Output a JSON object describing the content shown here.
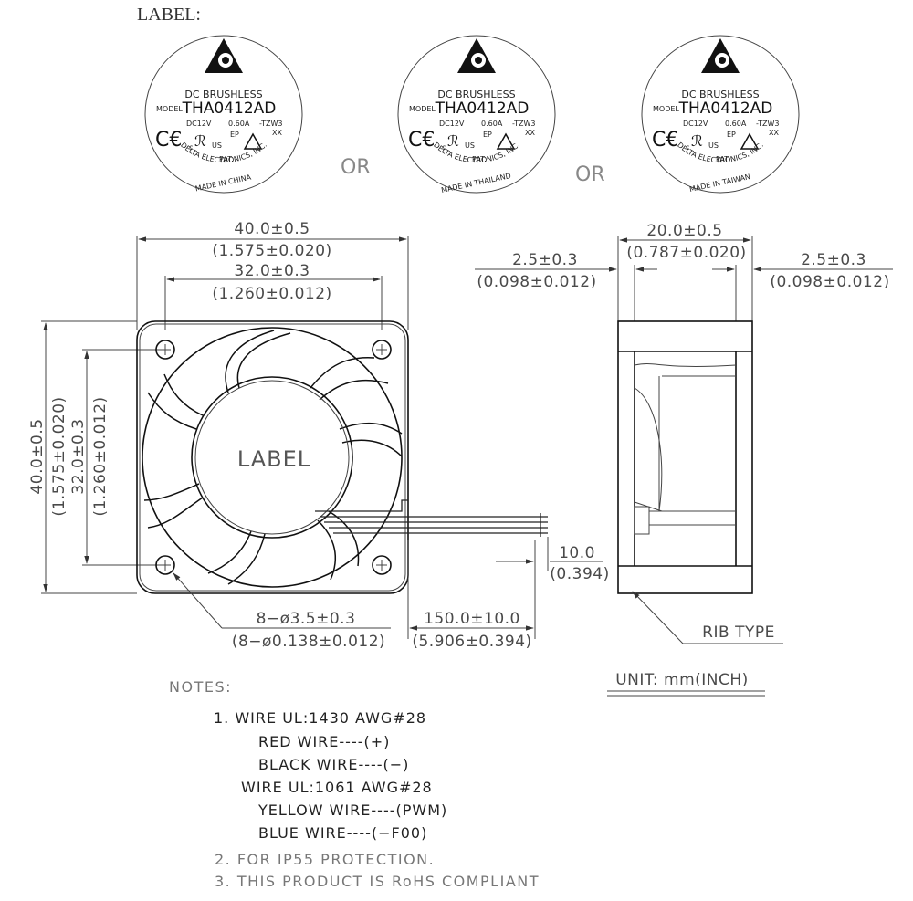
{
  "header": {
    "label_heading": "LABEL:"
  },
  "labels": [
    {
      "line1": "DC BRUSHLESS",
      "model_prefix": "MODEL",
      "model": "THA0412AD",
      "rating_v": "DC12V",
      "rating_a": "0.60A",
      "suffix": "-TZW3",
      "xx": "XX",
      "ep": "EP",
      "us": "US",
      "c": "c",
      "pat": "PAT.",
      "arc_top": "DELTA ELECTRONICS, INC.",
      "arc_bottom": "MADE IN CHINA"
    },
    {
      "line1": "DC BRUSHLESS",
      "model_prefix": "MODEL",
      "model": "THA0412AD",
      "rating_v": "DC12V",
      "rating_a": "0.60A",
      "suffix": "-TZW3",
      "xx": "XX",
      "ep": "EP",
      "us": "US",
      "c": "c",
      "pat": "PAT.",
      "arc_top": "DELTA ELECTRONICS, INC.",
      "arc_bottom": "MADE IN THAILAND"
    },
    {
      "line1": "DC BRUSHLESS",
      "model_prefix": "MODEL",
      "model": "THA0412AD",
      "rating_v": "DC12V",
      "rating_a": "0.60A",
      "suffix": "-TZW3",
      "xx": "XX",
      "ep": "EP",
      "us": "US",
      "c": "c",
      "pat": "PAT.",
      "arc_top": "DELTA ELECTRONICS, INC.",
      "arc_bottom": "MADE IN TAIWAN"
    }
  ],
  "or_text": "OR",
  "front_view": {
    "width_mm": "40.0±0.5",
    "width_in": "(1.575±0.020)",
    "hole_pitch_mm": "32.0±0.3",
    "hole_pitch_in": "(1.260±0.012)",
    "height_mm": "40.0±0.5",
    "height_in": "(1.575±0.020)",
    "vpitch_mm": "32.0±0.3",
    "vpitch_in": "(1.260±0.012)",
    "hub_label": "LABEL",
    "holes_mm": "8−ø3.5±0.3",
    "holes_in": "(8−ø0.138±0.012)",
    "lead_mm": "150.0±10.0",
    "lead_in": "(5.906±0.394)",
    "strip_mm": "10.0",
    "strip_in": "(0.394)"
  },
  "side_view": {
    "depth_mm": "20.0±0.5",
    "depth_in": "(0.787±0.020)",
    "rib_left_mm": "2.5±0.3",
    "rib_left_in": "(0.098±0.012)",
    "rib_right_mm": "2.5±0.3",
    "rib_right_in": "(0.098±0.012)",
    "rib_type": "RIB TYPE",
    "unit": "UNIT: mm(INCH)"
  },
  "notes": {
    "heading": "NOTES:",
    "items": [
      "1. WIRE UL:1430 AWG#28",
      "RED WIRE----(+)",
      "BLACK WIRE----(−)",
      "WIRE UL:1061 AWG#28",
      "YELLOW WIRE----(PWM)",
      "BLUE WIRE----(−F00)",
      "2. FOR IP55 PROTECTION.",
      "3. THIS PRODUCT IS RoHS COMPLIANT"
    ]
  }
}
